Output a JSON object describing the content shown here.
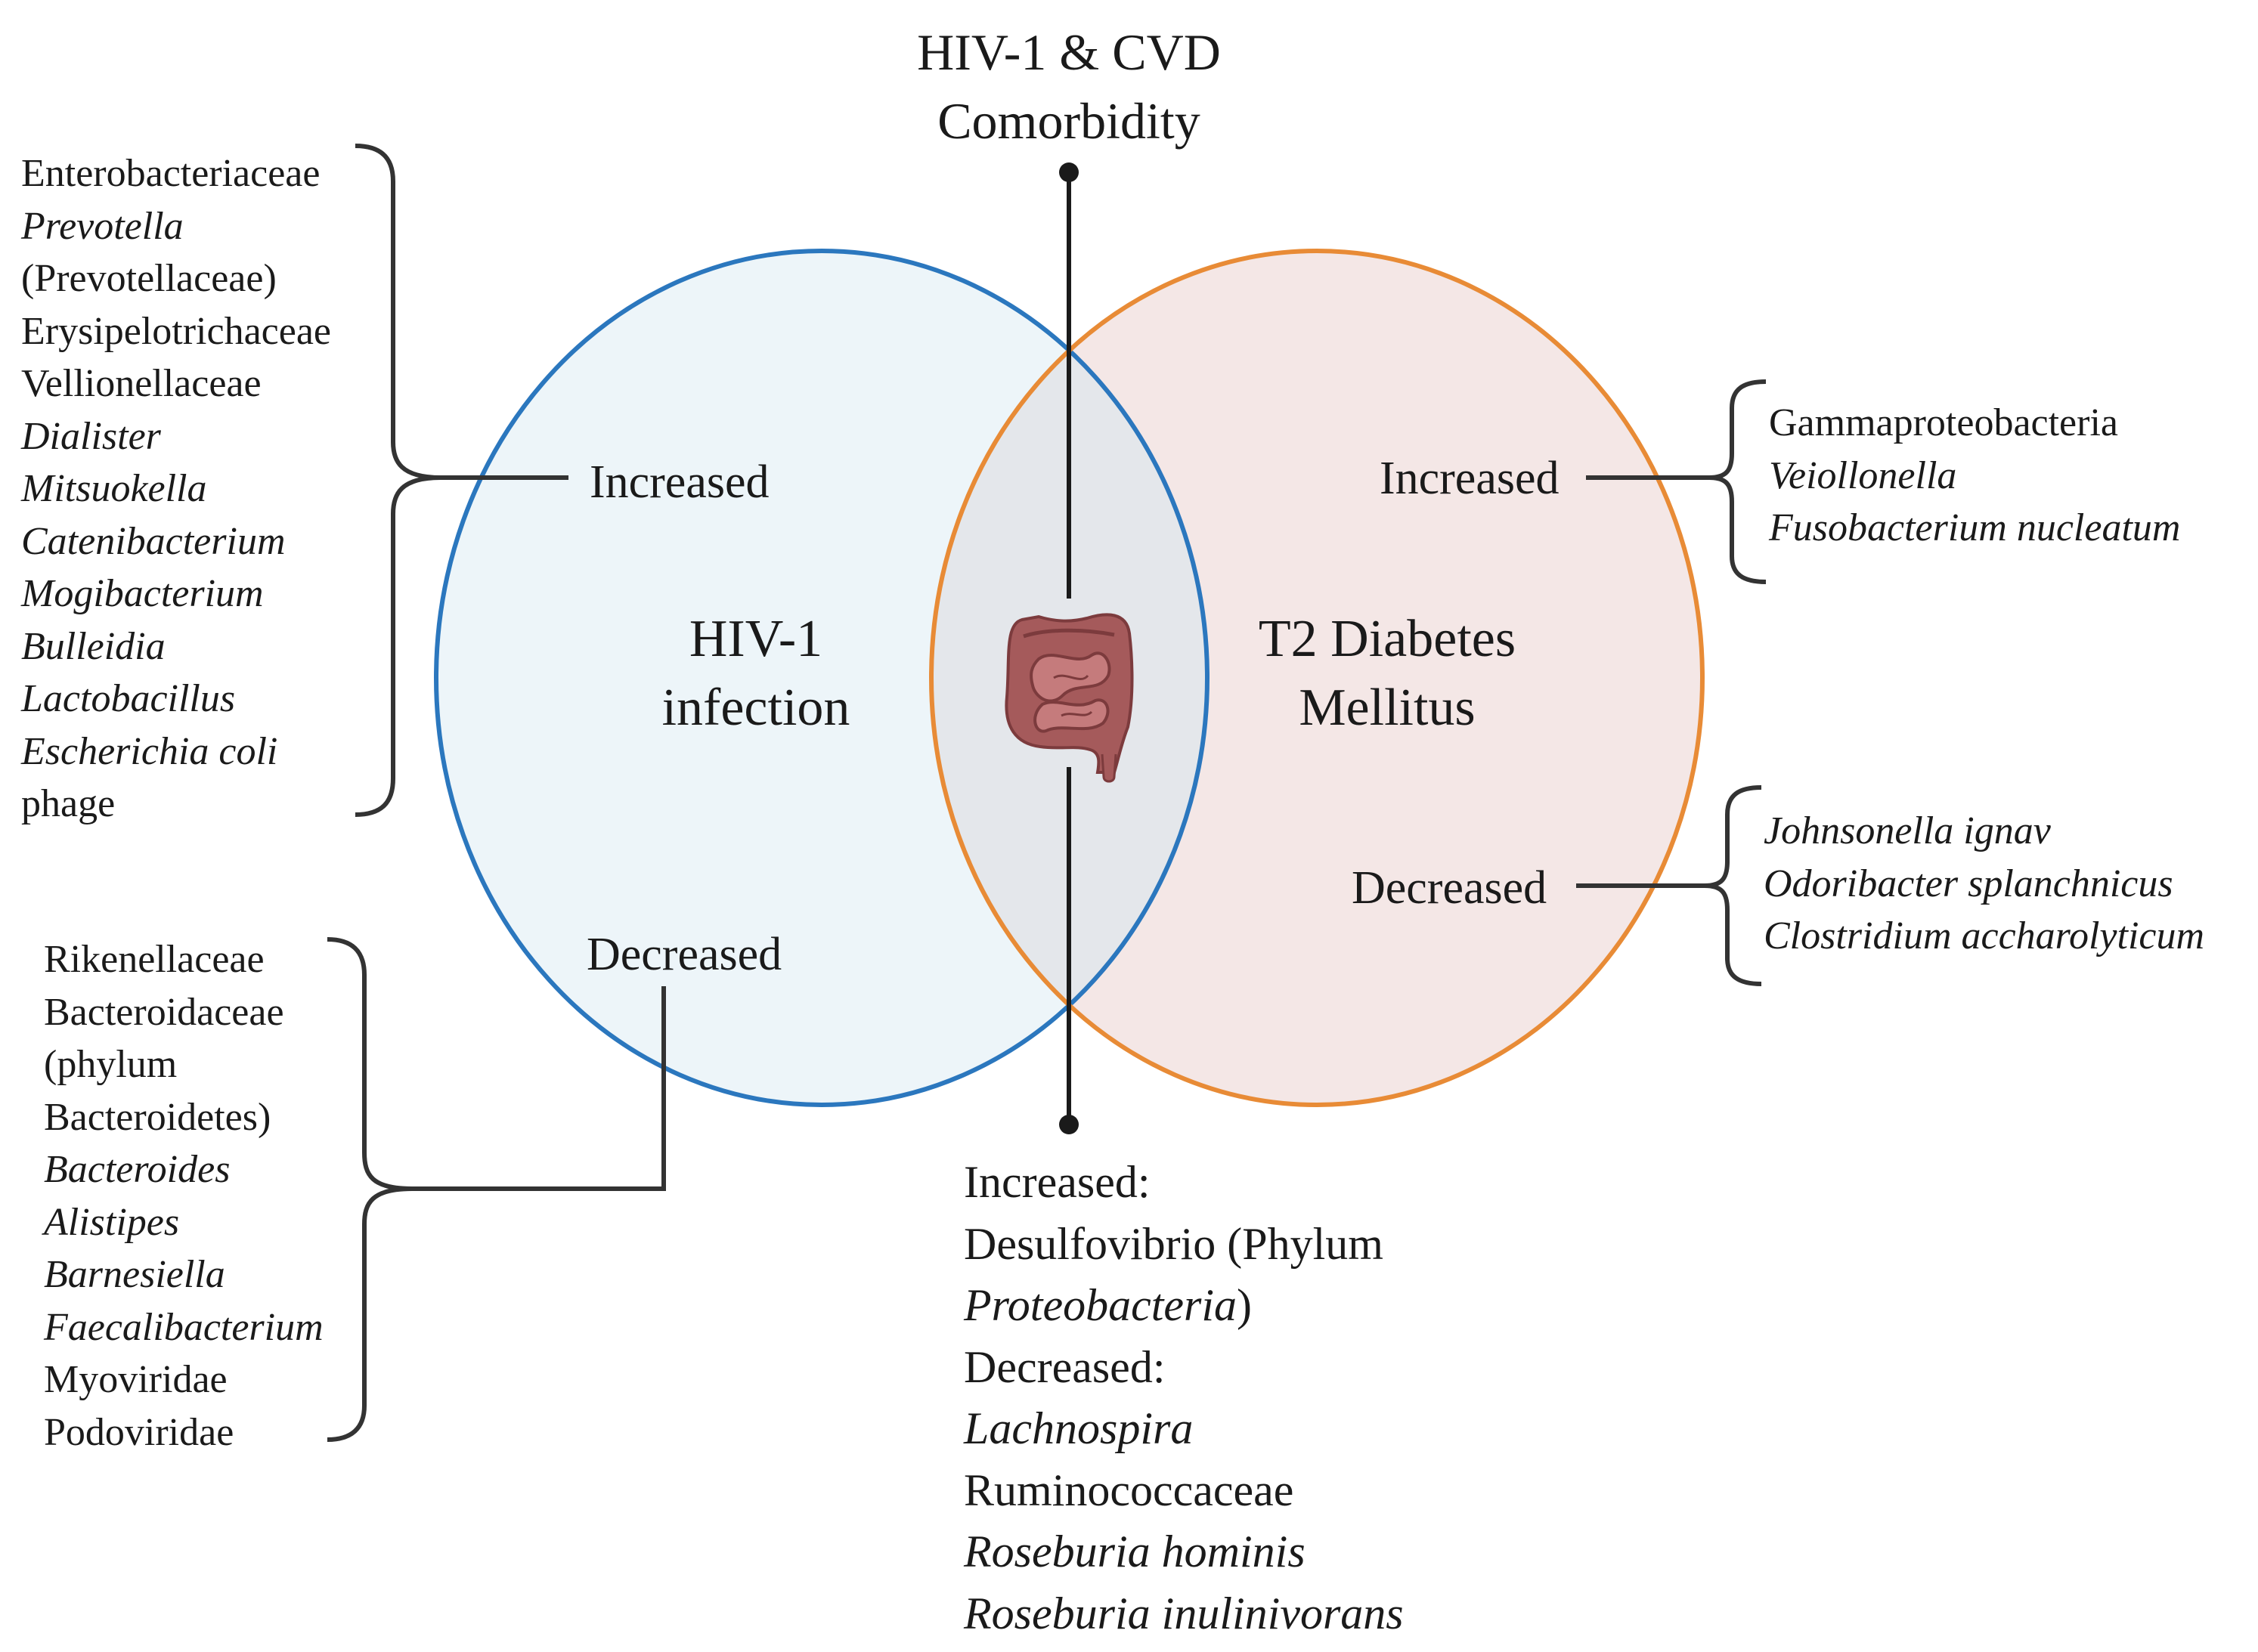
{
  "title": [
    "HIV-1 & CVD",
    "Comorbidity"
  ],
  "circles": {
    "hiv": {
      "name": [
        "HIV-1",
        "infection"
      ],
      "stroke": "#2b77be",
      "fill": "#edf5f9"
    },
    "t2d": {
      "name": [
        "T2 Diabetes",
        "Mellitus"
      ],
      "stroke": "#e88b36",
      "fill": "#f4e7e6"
    },
    "overlap_fill": "#e4e7eb"
  },
  "hiv": {
    "increased": {
      "label": "Increased",
      "items": [
        {
          "text": "Enterobacteriaceae",
          "italic": false
        },
        {
          "text": "Prevotella",
          "italic": true
        },
        {
          "text": "(Prevotellaceae)",
          "italic": false
        },
        {
          "text": "Erysipelotrichaceae",
          "italic": false
        },
        {
          "text": "Vellionellaceae",
          "italic": false
        },
        {
          "text": "Dialister",
          "italic": true
        },
        {
          "text": "Mitsuokella",
          "italic": true
        },
        {
          "text": "Catenibacterium",
          "italic": true
        },
        {
          "text": "Mogibacterium",
          "italic": true
        },
        {
          "text": "Bulleidia",
          "italic": true
        },
        {
          "text": "Lactobacillus",
          "italic": true
        },
        {
          "text": "Escherichia coli",
          "italic": true
        },
        {
          "text": "phage",
          "italic": false
        }
      ]
    },
    "decreased": {
      "label": "Decreased",
      "items": [
        {
          "text": "Rikenellaceae",
          "italic": false
        },
        {
          "text": "Bacteroidaceae",
          "italic": false
        },
        {
          "text": "(phylum",
          "italic": false
        },
        {
          "text": "Bacteroidetes)",
          "italic": false
        },
        {
          "text": "Bacteroides",
          "italic": true
        },
        {
          "text": "Alistipes",
          "italic": true
        },
        {
          "text": "Barnesiella",
          "italic": true
        },
        {
          "text": "Faecalibacterium",
          "italic": true
        },
        {
          "text": "Myoviridae",
          "italic": false
        },
        {
          "text": "Podoviridae",
          "italic": false
        }
      ]
    }
  },
  "t2d": {
    "increased": {
      "label": "Increased",
      "items": [
        {
          "text": "Gammaproteobacteria",
          "italic": false
        },
        {
          "text": "Veiollonella",
          "italic": true
        },
        {
          "text": "Fusobacterium nucleatum",
          "italic": true
        }
      ]
    },
    "decreased": {
      "label": "Decreased",
      "items": [
        {
          "text": "Johnsonella ignav",
          "italic": true
        },
        {
          "text": "Odoribacter splanchnicus",
          "italic": true
        },
        {
          "text": "Clostridium accharolyticum",
          "italic": true
        }
      ]
    }
  },
  "both": {
    "items": [
      {
        "text": "Increased:",
        "italic": false
      },
      {
        "parts": [
          {
            "text": "Desulfovibrio (Phylum",
            "italic": false
          }
        ]
      },
      {
        "parts": [
          {
            "text": "Proteobacteria",
            "italic": true
          },
          {
            "text": ")",
            "italic": false
          }
        ]
      },
      {
        "text": "Decreased:",
        "italic": false
      },
      {
        "text": "Lachnospira",
        "italic": true
      },
      {
        "text": "Ruminococcaceae",
        "italic": false
      },
      {
        "text": "Roseburia hominis",
        "italic": true
      },
      {
        "text": "Roseburia inulinivorans",
        "italic": true
      }
    ]
  },
  "icons": {
    "intestine": "intestine-icon"
  }
}
